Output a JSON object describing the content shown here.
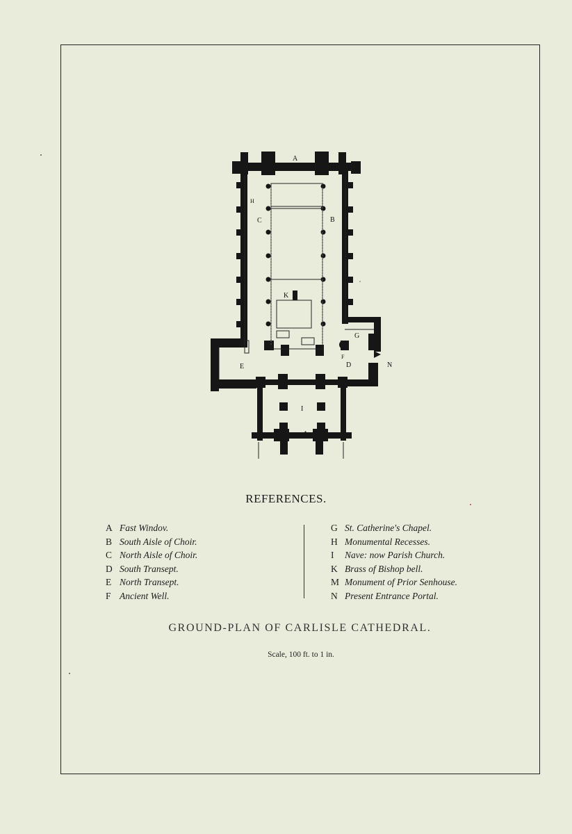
{
  "plan_labels": {
    "a": "A",
    "b": "B",
    "c": "C",
    "d": "D",
    "e": "E",
    "f": "F",
    "g": "G",
    "h": "H",
    "i": "I",
    "k": "K",
    "n": "N"
  },
  "references_title": "REFERENCES.",
  "references_left": [
    {
      "letter": "A",
      "text": "Fast Windov."
    },
    {
      "letter": "B",
      "text": "South Aisle of Choir."
    },
    {
      "letter": "C",
      "text": "North Aisle of Choir."
    },
    {
      "letter": "D",
      "text": "South Transept."
    },
    {
      "letter": "E",
      "text": "North Transept."
    },
    {
      "letter": "F",
      "text": "Ancient Well."
    }
  ],
  "references_right": [
    {
      "letter": "G",
      "text": "St. Catherine's Chapel."
    },
    {
      "letter": "H",
      "text": "Monumental Recesses."
    },
    {
      "letter": "I",
      "text": "Nave: now Parish Church."
    },
    {
      "letter": "K",
      "text": "Brass of Bishop bell."
    },
    {
      "letter": "M",
      "text": "Monument of Prior Senhouse."
    },
    {
      "letter": "N",
      "text": "Present Entrance Portal."
    }
  ],
  "caption": "GROUND-PLAN OF CARLISLE CATHEDRAL.",
  "scale": "Scale, 100 ft. to 1 in."
}
